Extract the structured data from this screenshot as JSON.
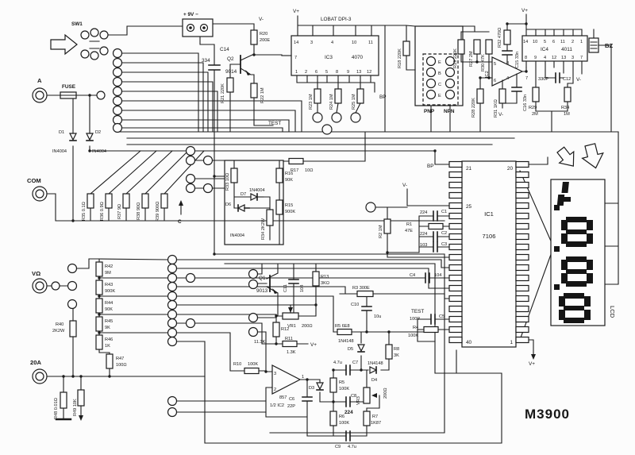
{
  "title": "M3900",
  "power": {
    "sw1": "SW1",
    "battery": "+  9V  −",
    "v_minus": "V-",
    "c14": "C14",
    "c14_val": "334",
    "r20": "R20",
    "r20_val": "200E",
    "q2": "Q2",
    "q2_val": "9014",
    "r21": "R21 220K",
    "r22": "R22 1M"
  },
  "ic3": {
    "v_plus": "V+",
    "lobat": "LOBAT DPI-3",
    "name": "IC3",
    "part": "4070",
    "pin7": "7",
    "pins_top": [
      "14",
      "3",
      "4",
      "10",
      "11"
    ],
    "pins_bottom": [
      "1",
      "2",
      "6",
      "5",
      "8",
      "9",
      "13",
      "12"
    ],
    "r23": "R23 1M",
    "r24": "R24 1M",
    "r25": "R25 1M",
    "bp": "BP",
    "test": "TEST"
  },
  "hfe": {
    "r18": "R18 220K",
    "e1": "E",
    "b": "B",
    "c": "C",
    "e2": "E",
    "pnp": "PNP",
    "npn": "NPN"
  },
  "osc": {
    "r19": "R19 220K",
    "r27": "R27 2M",
    "r30": "R30 47K",
    "r32": "R32 470Ω",
    "c15": "C15 33n",
    "v_plus": "V+",
    "ic2": "IC2",
    "pin5": "5",
    "pin6": "6",
    "pin8": "8",
    "pin4": "4",
    "pin7": "7",
    "r28": "R28 220K",
    "r31": "R31 1KΩ",
    "c16": "C16 33n",
    "v_minus": "V-"
  },
  "ic4": {
    "name": "IC4",
    "part": "4011",
    "pins_top": [
      "14",
      "10",
      "5",
      "6",
      "11",
      "2",
      "1"
    ],
    "pins_bottom": [
      "8",
      "9",
      "4",
      "12",
      "13",
      "3",
      "7"
    ],
    "c12": "C12",
    "c12_val": "330P",
    "r29": "R29",
    "r29_val": "2M",
    "r34": "R34",
    "r34_val": "1M",
    "v_minus": "V-",
    "bz": "BZ"
  },
  "inputs": {
    "a": "A",
    "fuse": "FUSE",
    "com": "COM",
    "vohm": "VΩ",
    "a20": "20A"
  },
  "diodes": {
    "d1": "D1",
    "d1_val": "IN4004",
    "d2": "D2",
    "d2_val": "IN4004"
  },
  "shunts": {
    "r35": "R35 0.1Ω",
    "r36": "R36 0.9Ω",
    "r37": "R37 9Ω",
    "r38": "R38 90Ω",
    "r39": "R39 900Ω",
    "c": "C"
  },
  "clamp": {
    "r33": "R33 10Ω",
    "r17": "R17",
    "r17_val": "10Ω",
    "r16": "R16",
    "r16_val": "90K",
    "r15": "R15",
    "r15_val": "900K",
    "d7": "D7",
    "d7_val": "1N4004",
    "d6": "D6",
    "d6_val": "IN4004",
    "r34": "R34 2K2W"
  },
  "ladder": {
    "r42": "R42",
    "r42_val": "9M",
    "r43": "R43",
    "r43_val": "900K",
    "r44": "R44",
    "r44_val": "90K",
    "r45": "R45",
    "r45_val": "9K",
    "r46": "R46",
    "r46_val": "1K",
    "r47": "R47",
    "r47_val": "100Ω",
    "r40": "R40",
    "r40_val": "2K2W",
    "r48": "R48 0.01Ω",
    "r49": "R49 10K"
  },
  "analog": {
    "q1": "Q1",
    "q1_val": "9013",
    "c11": "C11",
    "c11_val": "104",
    "r13": "R13",
    "r13_val": "3KΩ",
    "vr1": "VR1",
    "vr1_val": "200Ω",
    "r12": "R12",
    "r12_val": "11.3K",
    "r11": "R11",
    "r11_val": "1.3K",
    "v_plus": "V+",
    "r10": "R10",
    "r10_val": "100K",
    "pin3": "3",
    "pin2": "2",
    "pin1": "1",
    "op857": "857",
    "half_ic2": "1/2 IC2",
    "c6": "C6",
    "c6_val": "22P",
    "d3": "D3",
    "r5a": "R5",
    "r5a_val": "100K",
    "c8": "C8",
    "c8_val": "224",
    "r6": "R6",
    "r6_val": "100K",
    "c9": "C9",
    "c9_val": "4.7u",
    "vr3": "VR3",
    "vr3_val": "200Ω",
    "r7": "R7",
    "r7_val": "1K87",
    "r5b": "R5 6E8",
    "d5": "D5",
    "d5_val": "1N4148",
    "c7_val": "4.7u",
    "c7": "C7",
    "d4": "D4",
    "d4_val": "1N4148",
    "r8": "R8",
    "r8_val": "3K",
    "r3": "R3 300E",
    "c10": "C10",
    "c10_val": "10u"
  },
  "ic1": {
    "bp": "BP",
    "p21": "21",
    "p20": "20",
    "p25": "25",
    "name": "IC1",
    "part": "7106",
    "p40": "40",
    "p1": "1",
    "v_minus": "V-",
    "v_plus": "V+",
    "test": "TEST",
    "c1": "224",
    "c1n": "C1",
    "r1": "R1",
    "r1_val": "47E",
    "c2": "224",
    "c2n": "C2",
    "c3": "103",
    "c3n": "C3",
    "c4": "C4",
    "c4_val": "104",
    "c5": "100P",
    "c5n": "C5",
    "r4": "R4",
    "r4_val": "100K",
    "r2": "R2 1M"
  },
  "lcd": {
    "label": "LCD"
  }
}
